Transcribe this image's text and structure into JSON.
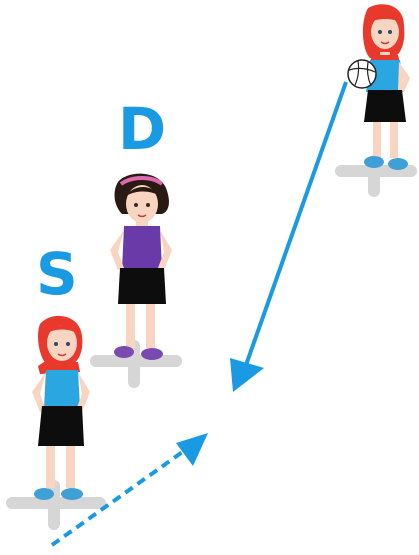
{
  "labels": {
    "defender": "D",
    "shooter": "S"
  },
  "colors": {
    "accent": "#1a9ae3",
    "skin": "#f8d5c0",
    "hair_red": "#e8392c",
    "hair_dark": "#2a1a14",
    "top_blue": "#2aa6e0",
    "top_purple": "#6a3aa8",
    "skirt": "#0d0d0d",
    "shoe_blue": "#3fa0d8",
    "shoe_purple": "#7a4ab0",
    "marker": "#d6d6d6",
    "ball": "#ffffff"
  },
  "players": [
    {
      "id": "passer",
      "hair": "red",
      "top": "blue",
      "holds_ball": true
    },
    {
      "id": "defender",
      "hair": "dark",
      "top": "purple",
      "holds_ball": false
    },
    {
      "id": "shooter",
      "hair": "red",
      "top": "blue",
      "holds_ball": false
    }
  ],
  "arrows": [
    {
      "id": "ball-pass",
      "style": "solid"
    },
    {
      "id": "player-run",
      "style": "dashed"
    }
  ]
}
